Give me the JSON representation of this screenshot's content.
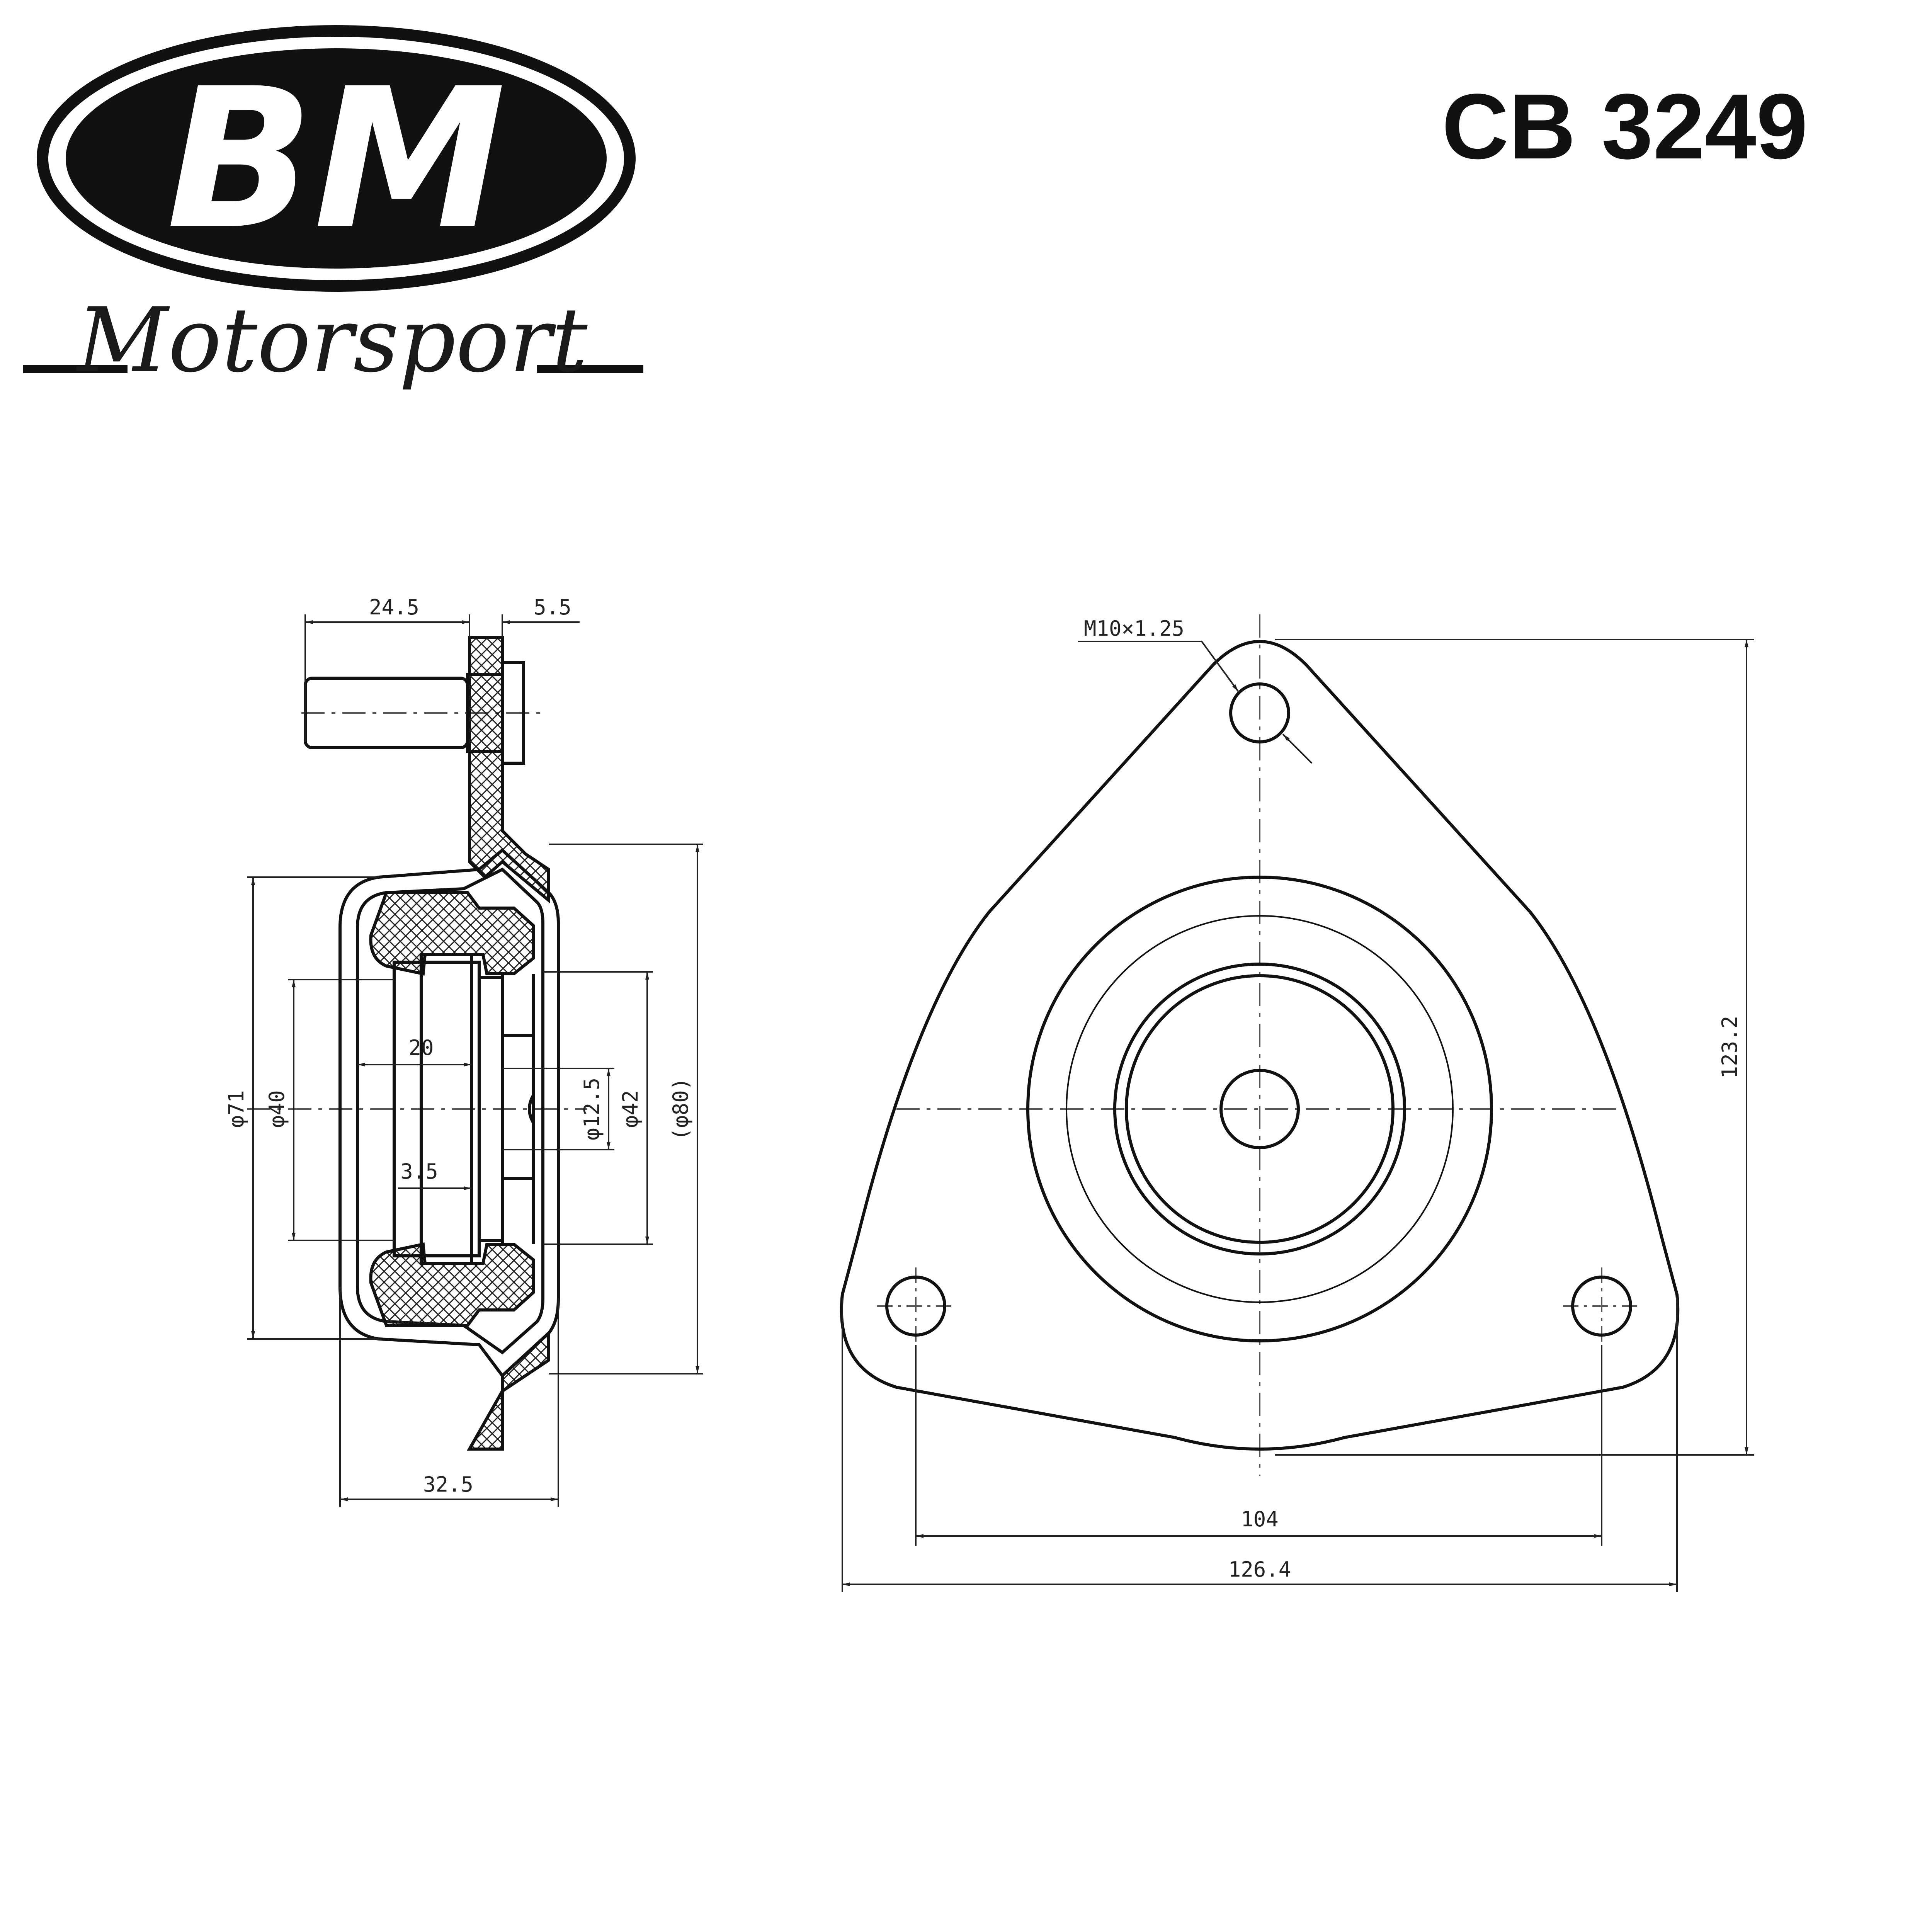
{
  "logo": {
    "brand": "BM",
    "subtitle": "Motorsport"
  },
  "part_number": "CB 3249",
  "side_view": {
    "dimensions": {
      "stud_length": "24.5",
      "plate_offset": "5.5",
      "outer_diameter": "φ71",
      "bore_diameter": "φ40",
      "bearing_width": "20",
      "inner_step": "3.5",
      "shaft_hole": "φ12.5",
      "bearing_od": "φ42",
      "flange_diameter": "(φ80)",
      "total_width": "32.5"
    }
  },
  "front_view": {
    "dimensions": {
      "thread": "M10×1.25",
      "height": "123.2",
      "hole_spacing": "104",
      "total_width": "126.4"
    }
  },
  "colors": {
    "line": "#111111",
    "dim_line": "#222222",
    "background": "#ffffff"
  }
}
